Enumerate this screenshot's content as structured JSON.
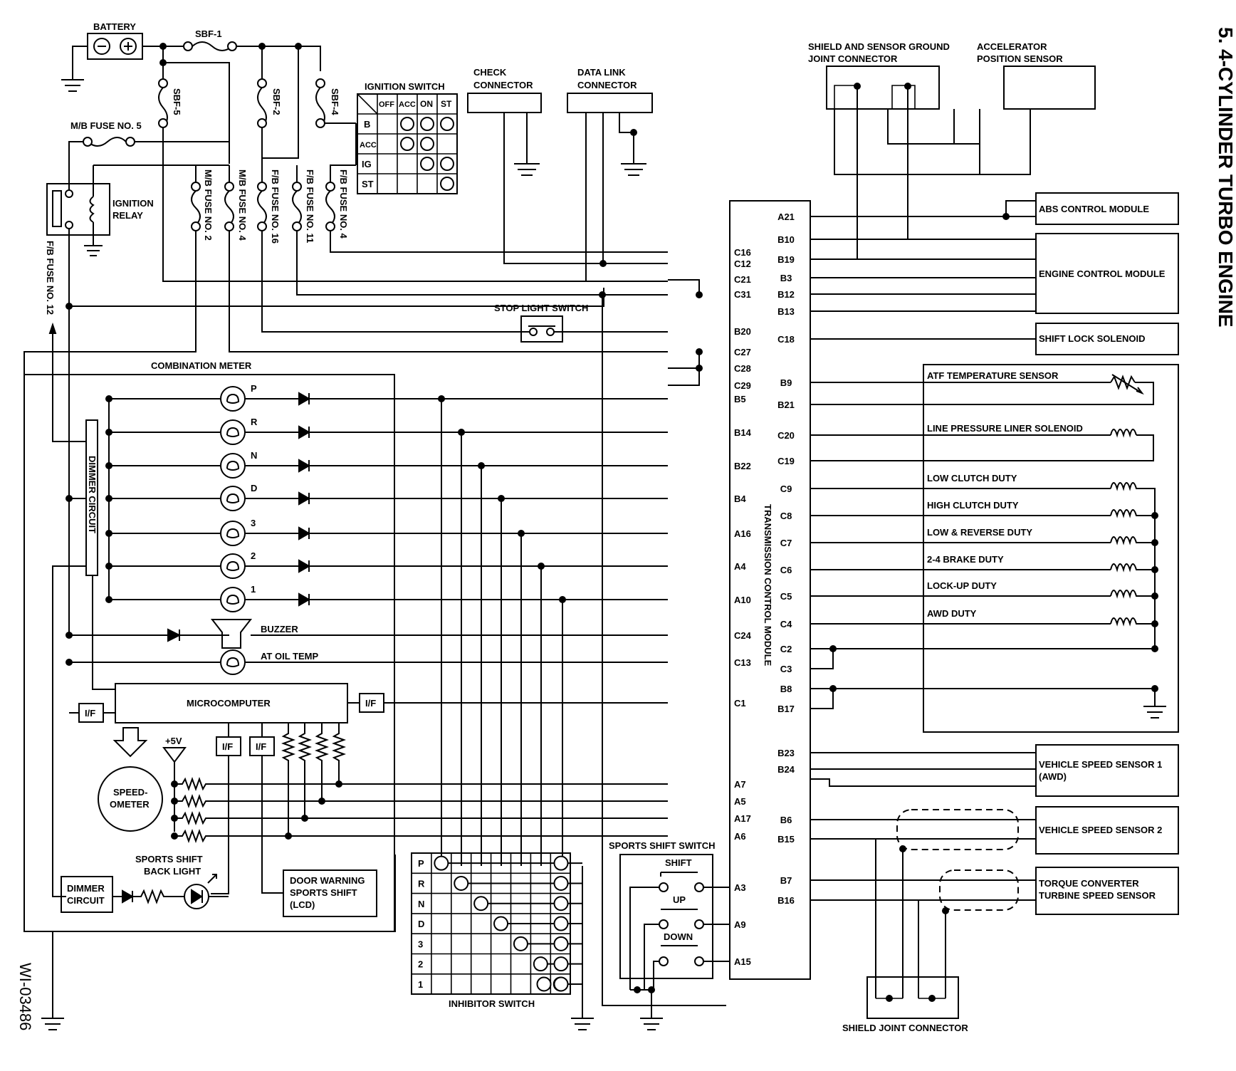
{
  "title": "5.  4-CYLINDER TURBO ENGINE",
  "figure_id": "WI-03486",
  "power": {
    "battery": "BATTERY",
    "sbf1": "SBF-1",
    "sbf5": "SBF-5",
    "sbf2": "SBF-2",
    "sbf4": "SBF-4",
    "mb_fuse5": "M/B FUSE NO. 5",
    "ignition_relay": [
      "IGNITION",
      "RELAY"
    ],
    "fb_fuse12": "F/B FUSE NO. 12",
    "fuses_vertical": [
      "M/B FUSE NO. 2",
      "M/B FUSE NO. 4",
      "F/B FUSE NO. 16",
      "F/B FUSE NO. 11",
      "F/B FUSE NO. 4"
    ]
  },
  "ignition_switch": {
    "title": "IGNITION SWITCH",
    "columns": [
      "OFF",
      "ACC",
      "ON",
      "ST"
    ],
    "rows": [
      "B",
      "ACC",
      "IG",
      "ST"
    ]
  },
  "connectors": {
    "check": [
      "CHECK",
      "CONNECTOR"
    ],
    "data_link": [
      "DATA LINK",
      "CONNECTOR"
    ],
    "shield_ground": [
      "SHIELD AND SENSOR GROUND",
      "JOINT CONNECTOR"
    ],
    "accel_sensor": [
      "ACCELERATOR",
      "POSITION SENSOR"
    ],
    "stop_light": "STOP LIGHT SWITCH",
    "shield_joint": "SHIELD JOINT CONNECTOR"
  },
  "tcm": {
    "name": "TRANSMISSION CONTROL MODULE",
    "left_pins": [
      "C16",
      "C12",
      "C21",
      "C31",
      "B20",
      "C27",
      "C28",
      "C29",
      "B5",
      "B14",
      "B22",
      "B4",
      "A16",
      "A4",
      "A10",
      "C24",
      "C13",
      "C1",
      "A7",
      "A5",
      "A17",
      "A6",
      "A3",
      "A9",
      "A15"
    ],
    "right_pins": [
      "A21",
      "B10",
      "B19",
      "B3",
      "B12",
      "B13",
      "C18",
      "B9",
      "B21",
      "C20",
      "C19",
      "C9",
      "C8",
      "C7",
      "C6",
      "C5",
      "C4",
      "C2",
      "C3",
      "B8",
      "B17",
      "B23",
      "B24",
      "B6",
      "B15",
      "B7",
      "B16"
    ]
  },
  "modules": {
    "abs": "ABS CONTROL MODULE",
    "ecm": "ENGINE CONTROL MODULE",
    "shift_lock": "SHIFT LOCK SOLENOID",
    "atf": "ATF TEMPERATURE SENSOR",
    "line_pressure": "LINE PRESSURE LINER SOLENOID",
    "solenoids": [
      "LOW CLUTCH DUTY",
      "HIGH CLUTCH DUTY",
      "LOW & REVERSE DUTY",
      "2-4 BRAKE DUTY",
      "LOCK-UP DUTY",
      "AWD DUTY"
    ],
    "vss1": [
      "VEHICLE SPEED SENSOR 1",
      "(AWD)"
    ],
    "vss2": "VEHICLE SPEED SENSOR 2",
    "tc_sensor": [
      "TORQUE CONVERTER",
      "TURBINE SPEED SENSOR"
    ]
  },
  "combination_meter": {
    "title": "COMBINATION METER",
    "lamps": [
      "P",
      "R",
      "N",
      "D",
      "3",
      "2",
      "1"
    ],
    "dimmer": "DIMMER CIRCUIT",
    "buzzer": "BUZZER",
    "oil_temp": "AT OIL TEMP",
    "micro": "MICROCOMPUTER",
    "if_label": "I/F",
    "plus5v": "+5V",
    "speedometer": [
      "SPEED-",
      "OMETER"
    ]
  },
  "lower_left": {
    "back_light": [
      "SPORTS SHIFT",
      "BACK LIGHT"
    ],
    "dimmer_circuit": [
      "DIMMER",
      "CIRCUIT"
    ],
    "door_warning": [
      "DOOR WARNING",
      "SPORTS SHIFT",
      "(LCD)"
    ]
  },
  "inhibitor": {
    "title": "INHIBITOR SWITCH",
    "rows": [
      "P",
      "R",
      "N",
      "D",
      "3",
      "2",
      "1"
    ]
  },
  "sports_shift": {
    "title": "SPORTS SHIFT SWITCH",
    "buttons": [
      "SHIFT",
      "UP",
      "DOWN"
    ]
  }
}
